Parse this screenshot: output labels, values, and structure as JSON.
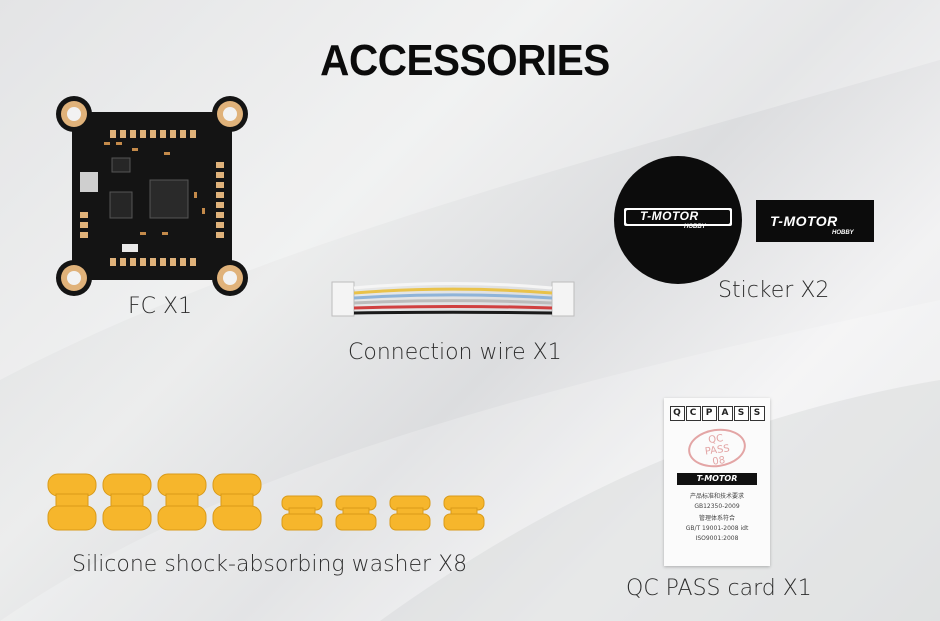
{
  "page": {
    "title": "ACCESSORIES",
    "background_colors": [
      "#d9dadc",
      "#f2f2f3"
    ]
  },
  "items": {
    "fc": {
      "label": "FC X1",
      "board_color": "#141414",
      "pad_color": "#e0b27a"
    },
    "wire": {
      "label": "Connection wire X1",
      "wire_colors": [
        "#f5f5f5",
        "#e9c24a",
        "#8fb4d9",
        "#bcbcbc",
        "#d04040",
        "#1a1a1a"
      ]
    },
    "sticker": {
      "label": "Sticker X2",
      "brand_text": "T-MOTOR",
      "sub_text": "HOBBY"
    },
    "washer": {
      "label": "Silicone shock-absorbing washer X8",
      "color": "#f6b62c"
    },
    "qc_card": {
      "label": "QC PASS card X1",
      "header_letters": [
        "Q",
        "C",
        "P",
        "A",
        "S",
        "S"
      ],
      "stamp_text": [
        "QC",
        "PASS",
        "08"
      ],
      "brand_text": "T-MOTOR",
      "lines": [
        "产品标准和技术要求",
        "GB12350-2009",
        "管理体系符合",
        "GB/T 19001-2008 idt",
        "ISO9001:2008"
      ]
    }
  }
}
